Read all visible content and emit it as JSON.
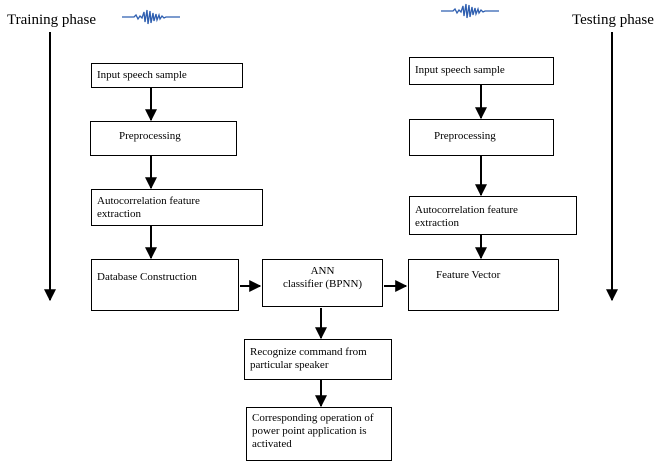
{
  "phases": {
    "training": "Training phase",
    "testing": "Testing phase"
  },
  "training": {
    "input": "Input speech sample",
    "preprocessing": "Preprocessing",
    "feature_line1": "Autocorrelation feature",
    "feature_line2": "extraction",
    "database": "Database Construction"
  },
  "testing": {
    "input": "Input speech sample",
    "preprocessing": "Preprocessing",
    "feature_line1": "Autocorrelation feature",
    "feature_line2": "extraction",
    "vector": "Feature Vector"
  },
  "classifier": {
    "line1": "ANN",
    "line2": "classifier (BPNN)"
  },
  "recognize": {
    "line1": "Recognize command from",
    "line2": "particular speaker"
  },
  "operation": {
    "line1": "Corresponding operation of",
    "line2": "power point application is",
    "line3": "activated"
  },
  "icons": {
    "waveform": "speech-waveform-icon"
  },
  "colors": {
    "waveform": "#2f5fb0",
    "line": "#000000"
  }
}
